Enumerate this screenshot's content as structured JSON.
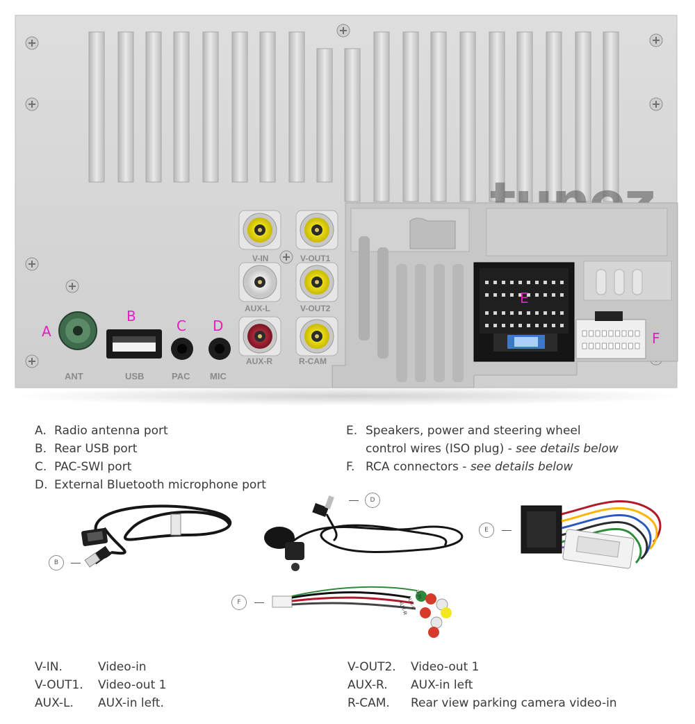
{
  "watermark": "tunez",
  "panel": {
    "port_labels": {
      "ant": "ANT",
      "usb": "USB",
      "pac": "PAC",
      "mic": "MIC",
      "v_in": "V-IN",
      "v_out1": "V-OUT1",
      "aux_l": "AUX-L",
      "v_out2": "V-OUT2",
      "aux_r": "AUX-R",
      "r_cam": "R-CAM"
    },
    "letters": {
      "a": "A",
      "b": "B",
      "c": "C",
      "d": "D",
      "e": "E",
      "f": "F"
    },
    "letter_color": "#e020c0"
  },
  "legend_left": [
    {
      "key": "A.",
      "text": "Radio antenna port"
    },
    {
      "key": "B.",
      "text": "Rear USB port"
    },
    {
      "key": "C.",
      "text": "PAC-SWI port"
    },
    {
      "key": "D.",
      "text": "External Bluetooth microphone port"
    }
  ],
  "legend_right": {
    "e_key": "E.",
    "e_line1": "Speakers, power and steering wheel",
    "e_line2": "control wires (ISO plug) - ",
    "e_em": "see details below",
    "f_key": "F.",
    "f_text": "RCA connectors - ",
    "f_em": "see details below"
  },
  "accessories": {
    "callouts": {
      "b": "B",
      "d": "D",
      "e": "E",
      "f": "F"
    },
    "cable_labels": [
      "AUX-R",
      "AUX-L",
      "V-IN"
    ]
  },
  "bottom_left": [
    {
      "key": "V-IN.",
      "text": "Video-in"
    },
    {
      "key": "V-OUT1.",
      "text": "Video-out 1"
    },
    {
      "key": "AUX-L.",
      "text": "AUX-in left."
    }
  ],
  "bottom_right": [
    {
      "key": "V-OUT2.",
      "text": "Video-out 1"
    },
    {
      "key": "AUX-R.",
      "text": "AUX-in left"
    },
    {
      "key": "R-CAM.",
      "text": "Rear view parking camera video-in"
    }
  ]
}
